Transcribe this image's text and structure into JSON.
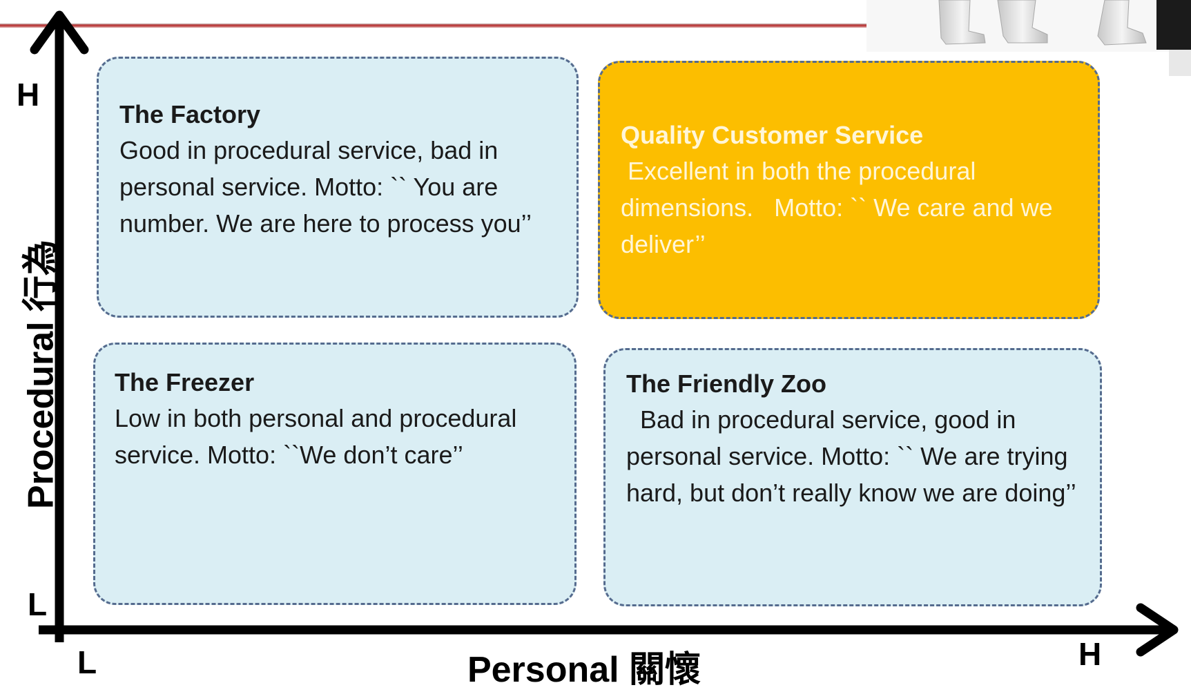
{
  "axes": {
    "y_title": "Procedural 行為",
    "x_title": "Personal 關懷",
    "y_high": "H",
    "y_low": "L",
    "x_low": "L",
    "x_high": "H"
  },
  "quadrants": {
    "factory": {
      "title": "The Factory",
      "body": "Good in procedural service, bad in personal service. Motto: `` You are number. We are here to process you’’"
    },
    "quality": {
      "title": "Quality Customer Service",
      "body": " Excellent in both the procedural dimensions.   Motto: `` We care and we deliver’’"
    },
    "freezer": {
      "title": "The Freezer",
      "body": "Low in both personal and procedural service. Motto: ``We don’t care’’"
    },
    "zoo": {
      "title": "The Friendly Zoo",
      "body": "  Bad in procedural service, good in personal service. Motto: `` We are trying hard, but don’t really know we are doing’’"
    }
  },
  "colors": {
    "quadrant_fill": "#daeef4",
    "highlight_fill": "#fcbe00",
    "border": "#556b8e",
    "rule": "#b52a2a"
  },
  "icons": {
    "figurine": "3d-figure-clipart"
  }
}
